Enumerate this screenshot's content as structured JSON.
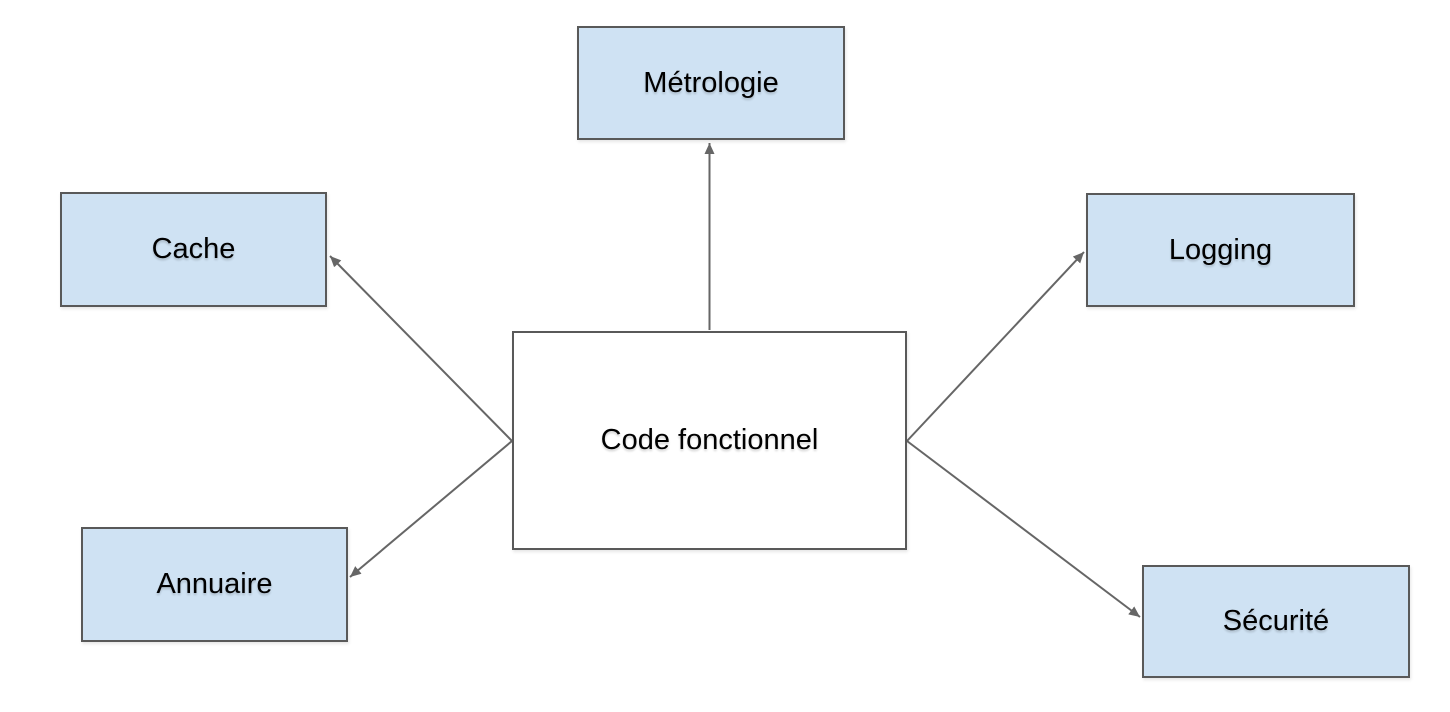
{
  "diagram": {
    "nodes": {
      "center": {
        "label": "Code fonctionnel"
      },
      "metrologie": {
        "label": "Métrologie"
      },
      "cache": {
        "label": "Cache"
      },
      "annuaire": {
        "label": "Annuaire"
      },
      "logging": {
        "label": "Logging"
      },
      "securite": {
        "label": "Sécurité"
      }
    },
    "edges": [
      {
        "from": "Code fonctionnel",
        "to": "Métrologie",
        "direction": "up"
      },
      {
        "from": "Code fonctionnel",
        "to": "Cache",
        "direction": "upper-left"
      },
      {
        "from": "Code fonctionnel",
        "to": "Annuaire",
        "direction": "lower-left"
      },
      {
        "from": "Code fonctionnel",
        "to": "Logging",
        "direction": "upper-right"
      },
      {
        "from": "Code fonctionnel",
        "to": "Sécurité",
        "direction": "lower-right"
      }
    ],
    "colors": {
      "node_fill": "#cfe2f3",
      "center_fill": "#ffffff",
      "node_border": "#595959",
      "arrow_color": "#666666",
      "text_color": "#000000",
      "background": "#ffffff"
    }
  }
}
